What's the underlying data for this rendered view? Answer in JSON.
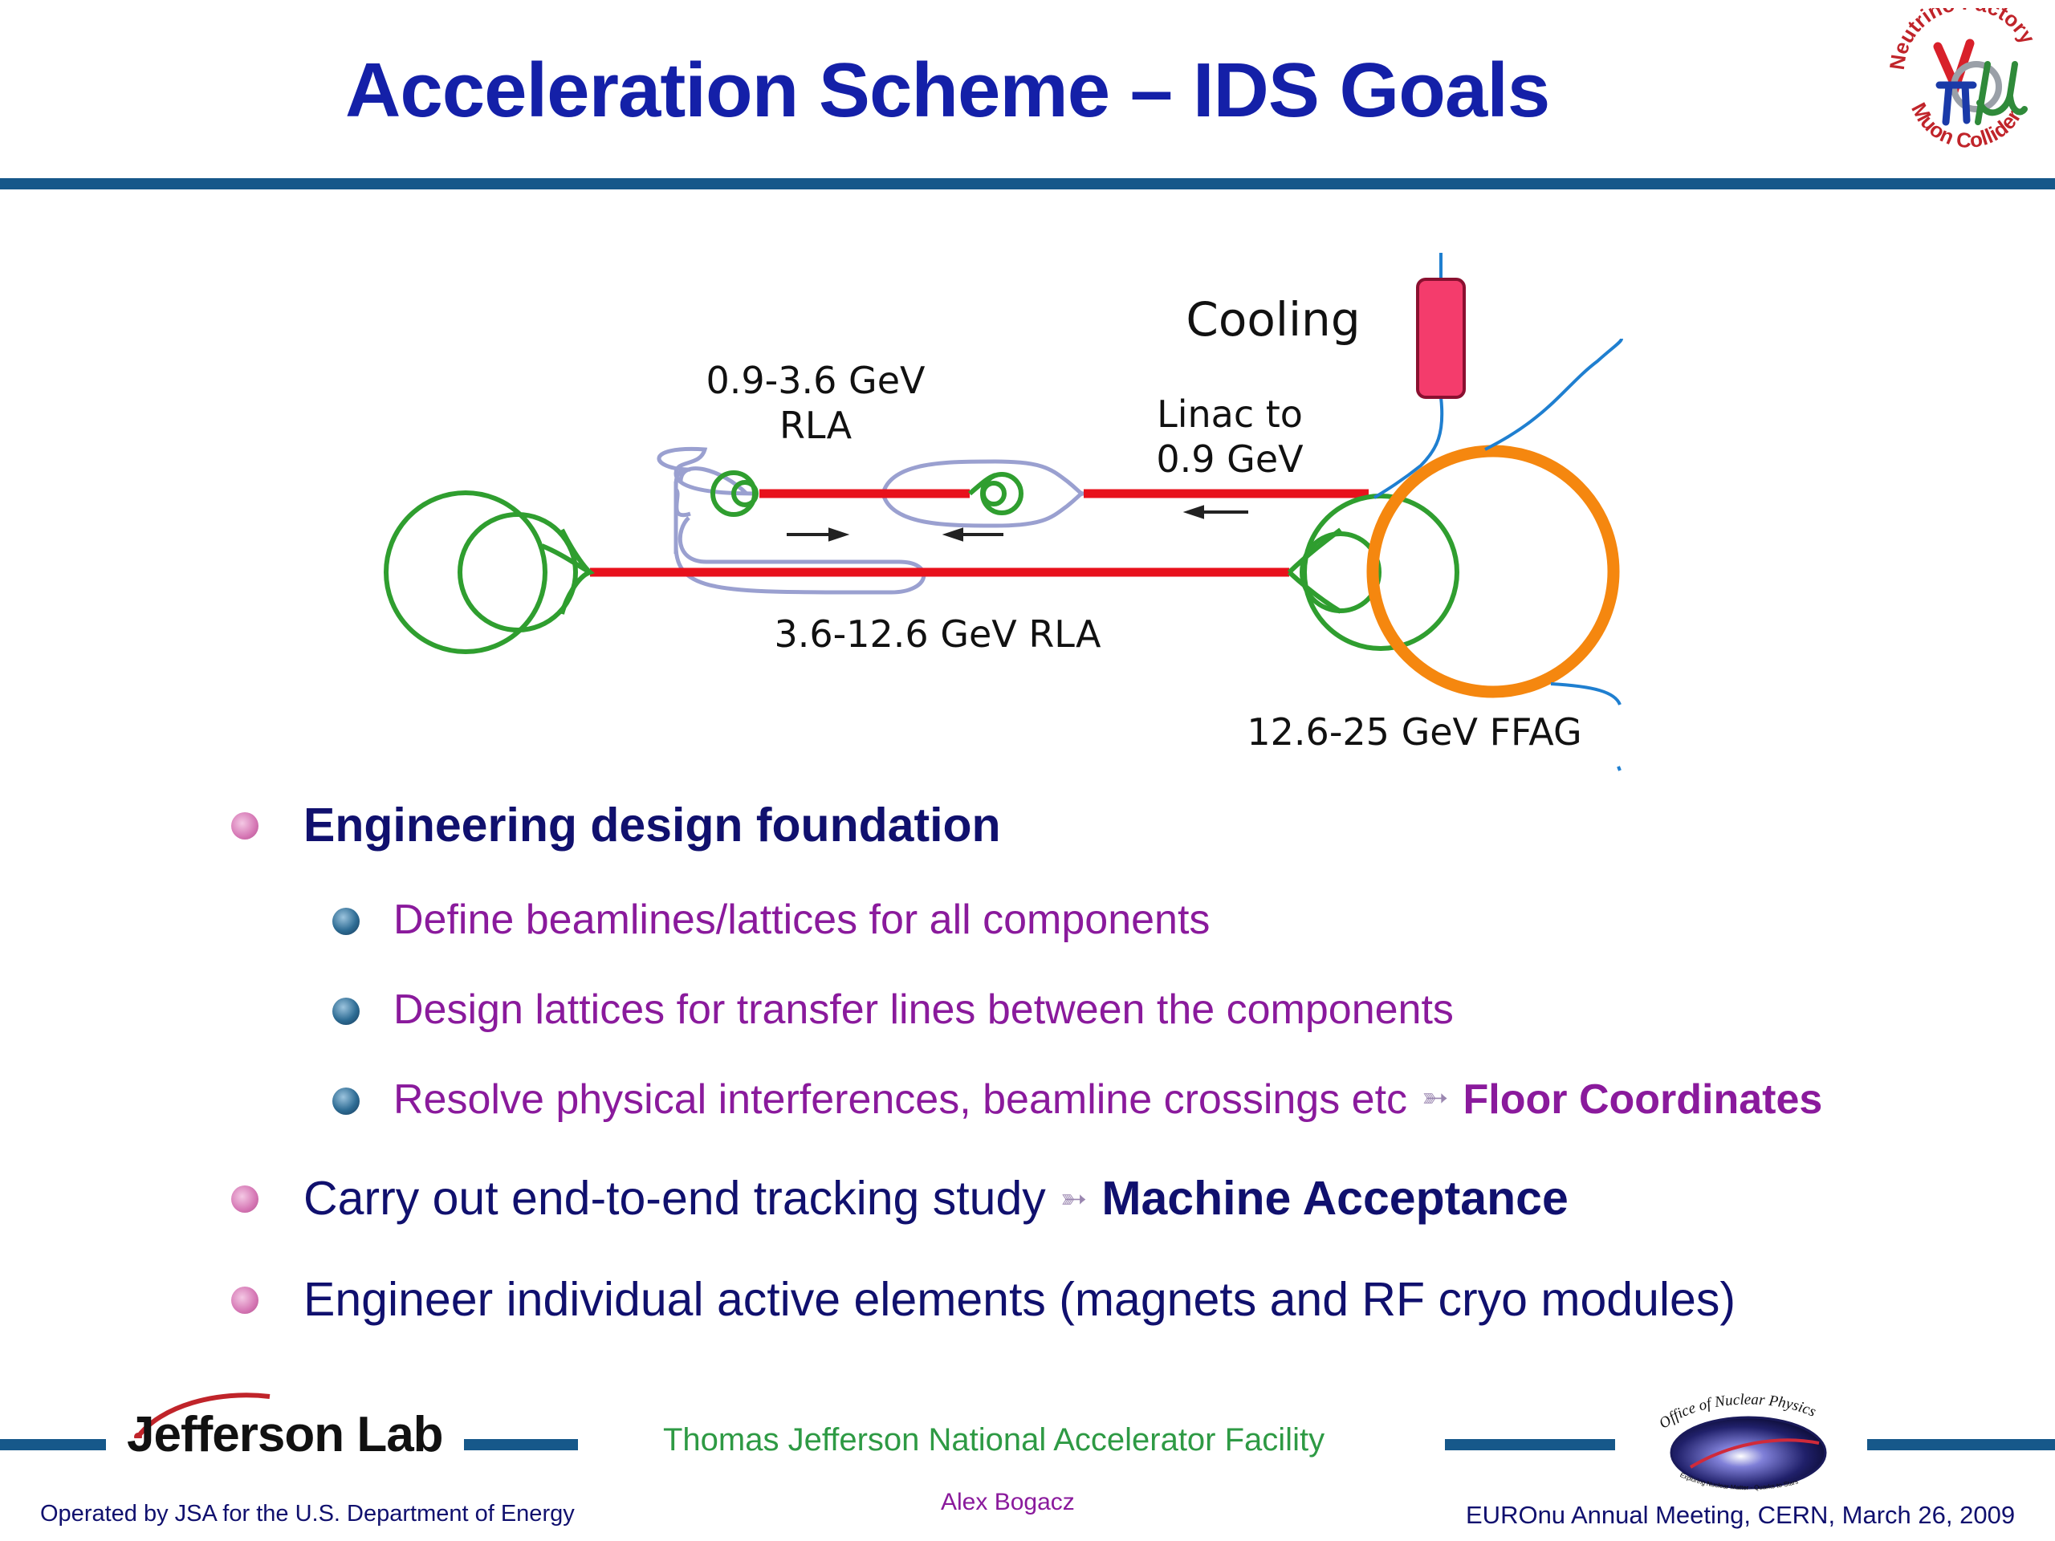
{
  "slide": {
    "title": "Acceleration Scheme – IDS Goals"
  },
  "diagram": {
    "labels": {
      "cooling": "Cooling",
      "rla1_line1": "0.9-3.6 GeV",
      "rla1_line2": "RLA",
      "linac_line1": "Linac to",
      "linac_line2": "0.9 GeV",
      "rla2": "3.6-12.6 GeV RLA",
      "ffag": "12.6-25 GeV FFAG"
    },
    "colors": {
      "linac_red": "#e8111c",
      "arc_green": "#2f9e2f",
      "return_lilac": "#9aa0d0",
      "ffag_orange": "#f5870f",
      "transfer_blue": "#1f7fd0",
      "cooling_pink": "#f43c6c"
    }
  },
  "bullets": [
    {
      "level": 1,
      "text": "Engineering design foundation",
      "bold": true
    },
    {
      "level": 2,
      "text": "Define beamlines/lattices for all components"
    },
    {
      "level": 2,
      "text": "Design lattices for transfer lines between the components"
    },
    {
      "level": 2,
      "text": "Resolve physical interferences, beamline crossings etc",
      "arrow": "➳",
      "emphasis": "Floor Coordinates"
    },
    {
      "level": 1,
      "text": "Carry out end-to-end tracking study",
      "arrow": "➳",
      "emphasis": "Machine Acceptance"
    },
    {
      "level": 1,
      "text": "Engineer individual active elements (magnets and RF cryo modules)"
    }
  ],
  "logos": {
    "nf_top": "Neutrino Factory",
    "nf_bottom": "Muon Collider",
    "np_top": "Office of Nuclear Physics",
    "np_bottom": "Exploring Nuclear Matter - Quarks to Stars"
  },
  "footer": {
    "lab_name": "Jefferson Lab",
    "facility": "Thomas Jefferson National Accelerator Facility",
    "operated_by": "Operated by JSA for the U.S. Department of Energy",
    "author": "Alex Bogacz",
    "meeting": "EUROnu Annual Meeting, CERN, March 26, 2009"
  }
}
